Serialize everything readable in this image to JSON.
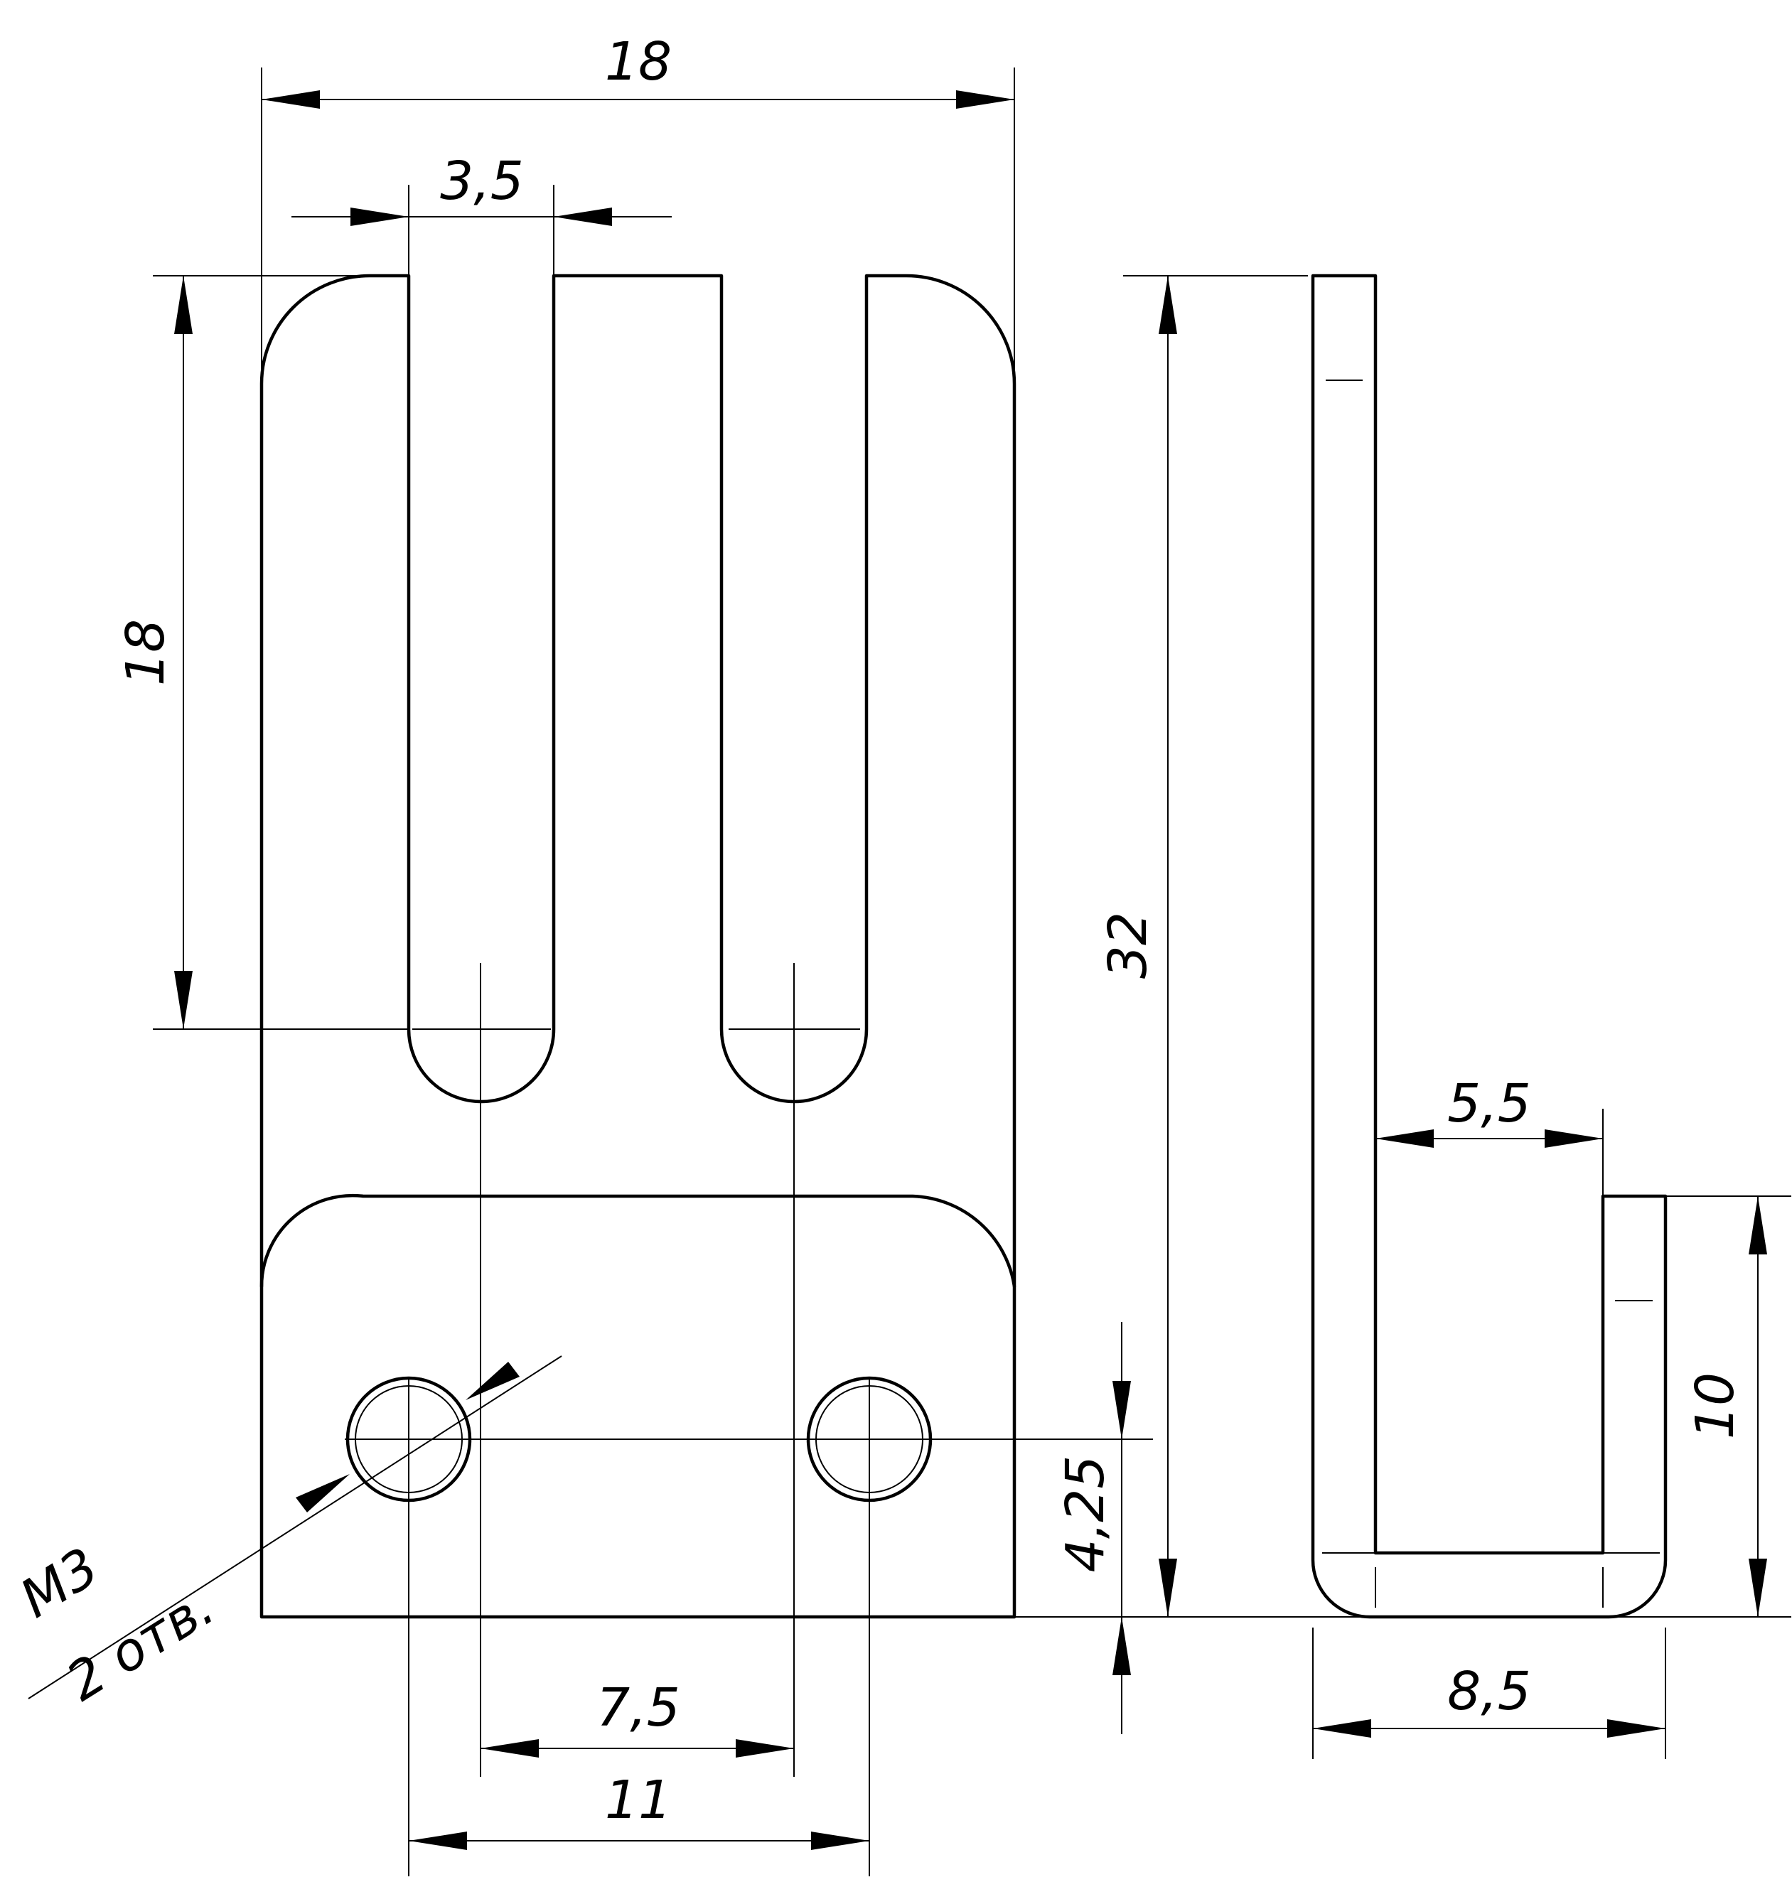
{
  "dimensions": {
    "overall_width": "18",
    "slot_width": "3,5",
    "slot_depth": "18",
    "overall_height": "32",
    "hole_offset": "4,25",
    "slot_spacing": "7,5",
    "hole_spacing": "11",
    "bend_inner_width": "5,5",
    "bend_height": "10",
    "side_width": "8,5"
  },
  "callout": {
    "thread": "M3",
    "count": "2 отв."
  },
  "colors": {
    "line": "#000000",
    "background": "#ffffff"
  }
}
